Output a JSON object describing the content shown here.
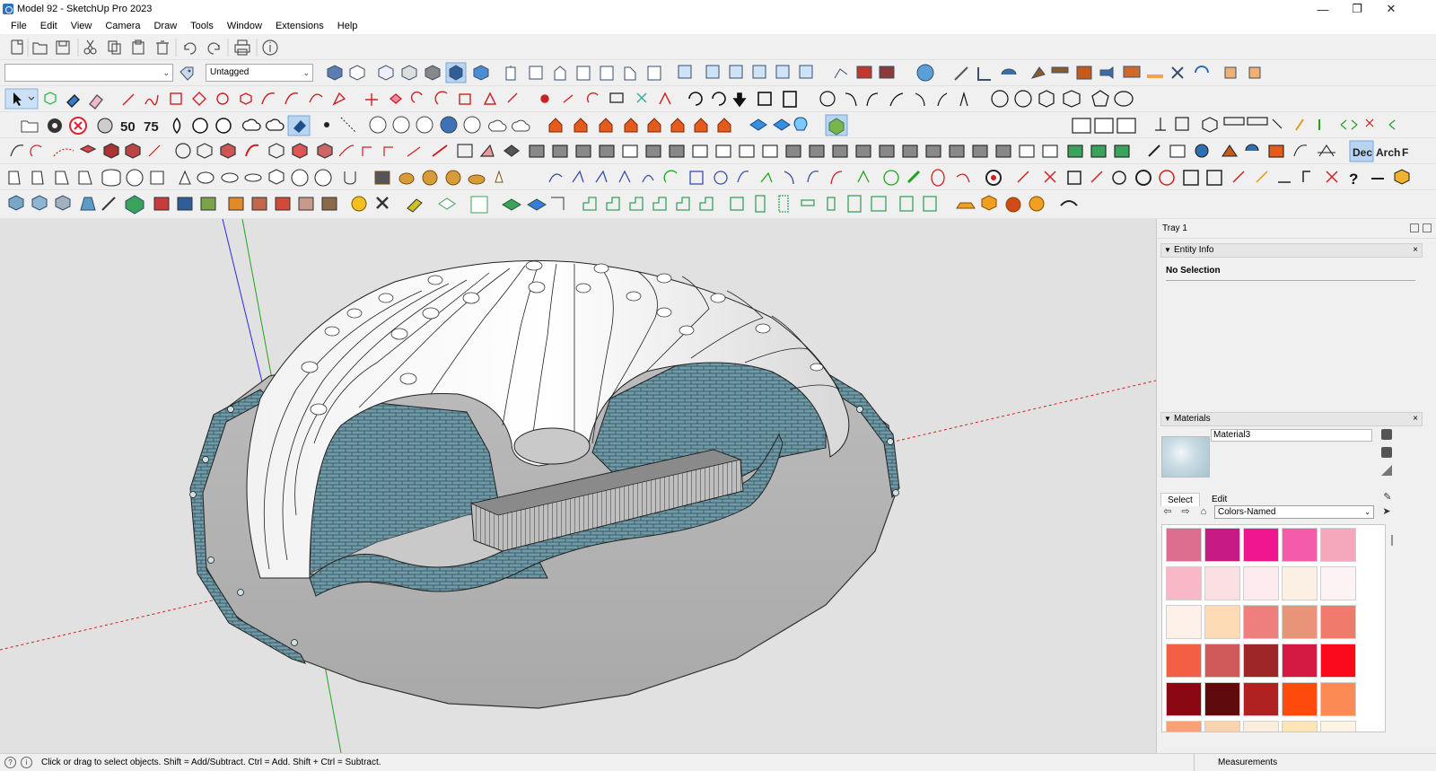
{
  "window": {
    "title": "Model 92 - SketchUp Pro 2023",
    "controls": [
      "minimize-icon",
      "maximize-icon",
      "close-icon"
    ]
  },
  "menu": [
    "File",
    "Edit",
    "View",
    "Camera",
    "Draw",
    "Tools",
    "Window",
    "Extensions",
    "Help"
  ],
  "toolbar": {
    "layer_dropdown_value": "",
    "tag_dropdown_value": "Untagged",
    "label_50": "50",
    "label_75": "75",
    "label_dec": "Dec",
    "label_arch": "Arch",
    "label_f": "F"
  },
  "viewport": {
    "background": "#e1e1e1",
    "axis_colors": {
      "red": "#d11f1f",
      "green": "#1ea51e",
      "blue": "#2a2ae0"
    },
    "dome_color": "#ffffff",
    "brick_color": "#6f9ba8",
    "ground_color": "#b8b8b8"
  },
  "tray": {
    "title": "Tray 1",
    "entity_info": {
      "header": "Entity Info",
      "status": "No Selection"
    },
    "materials": {
      "header": "Materials",
      "current_name": "Material3",
      "tabs": {
        "select": "Select",
        "edit": "Edit"
      },
      "library": "Colors-Named",
      "swatches": [
        "#dd6e90",
        "#c81a84",
        "#f0168f",
        "#f45ba8",
        "#f5a7bb",
        "#f7b7c6",
        "#fbe0e3",
        "#fdebf0",
        "#fcefe3",
        "#fdf3f4",
        "#fef1ea",
        "#fcdbb5",
        "#ee7f7d",
        "#e99478",
        "#f07a6c",
        "#f35f45",
        "#ce5b5a",
        "#9e2628",
        "#d41942",
        "#fb0a1b",
        "#8a0812",
        "#5f0b0b",
        "#b02222",
        "#fe4a0c",
        "#fb8a55",
        "#fa9f78",
        "#fdd2ac",
        "#fbeede",
        "#fde5b5",
        "#fef4e6"
      ]
    }
  },
  "status": {
    "message": "Click or drag to select objects. Shift = Add/Subtract. Ctrl = Add. Shift + Ctrl = Subtract.",
    "measurements_label": "Measurements"
  }
}
